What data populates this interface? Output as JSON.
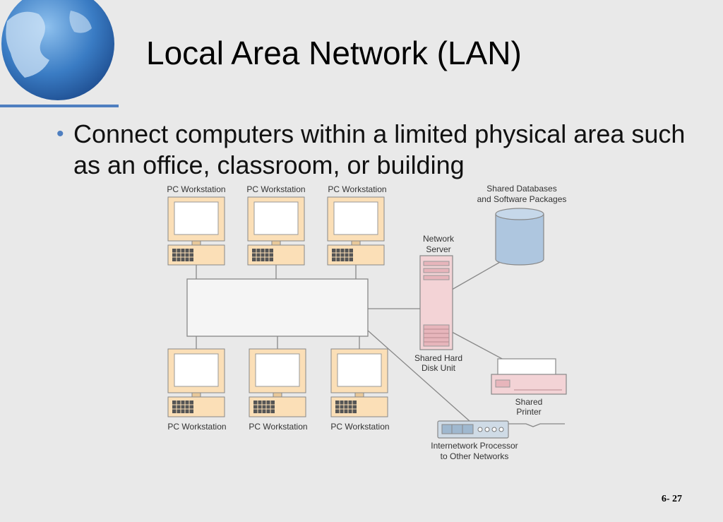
{
  "slide": {
    "title": "Local Area Network (LAN)",
    "bullet": "Connect computers within a limited physical area such as an office, classroom, or building",
    "page_number": "6- 27"
  },
  "diagram": {
    "workstation_label": "PC Workstation",
    "network_server": [
      "Network",
      "Server"
    ],
    "shared_databases": [
      "Shared Databases",
      "and Software Packages"
    ],
    "shared_disk": [
      "Shared Hard",
      "Disk Unit"
    ],
    "shared_printer": [
      "Shared",
      "Printer"
    ],
    "internetwork_processor": [
      "Internetwork Processor",
      "to Other Networks"
    ]
  },
  "colors": {
    "accent": "#4f7fc0",
    "monitor_fill": "#fbdfb7",
    "server_fill": "#f3d3d6",
    "database_fill": "#aec6df",
    "processor_fill": "#cfdbe6"
  }
}
